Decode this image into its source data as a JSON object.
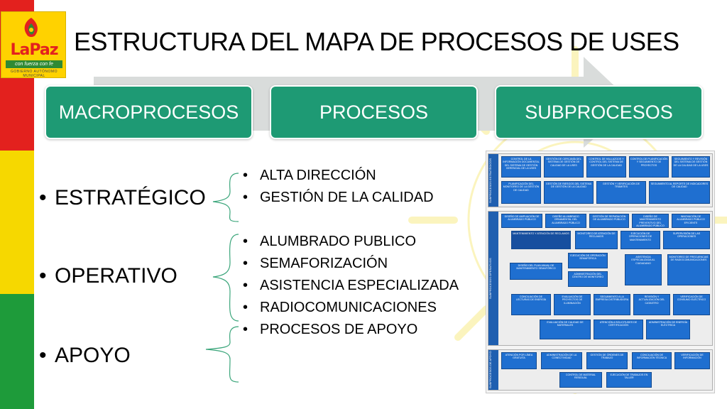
{
  "header": {
    "title": "ESTRUCTURA DEL MAPA DE PROCESOS DE USES"
  },
  "logo": {
    "name": "LaPaz",
    "slogan": "con fuerza con fe",
    "subtitle": "GOBIERNO AUTÓNOMO MUNICIPAL"
  },
  "colors": {
    "flag_red": "#e3211e",
    "flag_yellow": "#f6d800",
    "flag_green": "#1e9b3a",
    "step_green": "#1e9a74",
    "arrow_gray": "#d9dcdb",
    "map_blue": "#1f6fd0"
  },
  "steps": [
    {
      "label": "MACROPROCESOS"
    },
    {
      "label": "PROCESOS"
    },
    {
      "label": "SUBPROCESOS"
    }
  ],
  "categories": [
    {
      "label": "ESTRATÉGICO",
      "items": [
        "ALTA DIRECCIÓN",
        "GESTIÓN DE LA CALIDAD"
      ]
    },
    {
      "label": "OPERATIVO",
      "items": [
        "ALUMBRADO PUBLICO",
        "SEMAFORIZACIÓN",
        "ASISTENCIA ESPECIALIZADA",
        "RADIOCOMUNICACIONES"
      ]
    },
    {
      "label": "APOYO",
      "items": [
        "PROCESOS DE APOYO"
      ]
    }
  ],
  "process_map": {
    "groups": [
      {
        "label": "SUBPROCESOS ESTRATÉGICOS",
        "cells": [
          "CONTROL DE LA INFORMACIÓN DOCUMENTAL DEL SISTEMA DE GESTIÓN GERENCIAL DE LA USES",
          "GESTIÓN DE CERCANÍA DEL SISTEMA DE GESTIÓN DE CALIDAD DE LA USES",
          "CONTROL DE HALLAZGOS Y CONTROL DEL SISTEMA DE GESTIÓN DE LA CALIDAD",
          "CONTROL DE PLANIFICACIÓN Y SEGUIMIENTO DE PROYECTOS",
          "SEGUIMIENTO Y REVISIÓN DEL SISTEMA DE GESTIÓN DE LA CALIDAD DE LA USES",
          "PLANIFICACIÓN DEL MONITOREO DE LA GESTIÓN DE CALIDAD",
          "GESTIÓN DE RIESGOS DEL SISTEMA DE GESTIÓN DE LA CALIDAD",
          "GESTIÓN Y VERIFICACIÓN DE TRÁMITES",
          "SEGUIMIENTO AL REPORTE DE INDICADORES DE CALIDAD"
        ]
      },
      {
        "label": "SUBPROCESOS OPERATIVOS",
        "cells": [
          "DISEÑO DE AMPLIACIÓN DE ALUMBRADO PÚBLICO",
          "DISEÑO ALUMBRADO ORNAMENTAL DEL ALUMBRADO PÚBLICO",
          "GESTIÓN DE REPARACIÓN DE ALUMBRADO PÚBLICO",
          "DISEÑO DE MANTENIMIENTO PREVENTIVO DEL ALUMBRADO PÚBLICO",
          "INNOVACIÓN DE ALUMBRADO PÚBLICO EFICIENTE",
          "MANTENIMIENTO Y ATENCIÓN DE RECLAMOS",
          "MONITOREO DE ATENCIÓN DE RECLAMOS",
          "EJECUCIÓN DE OPERACIONES DE MANTENIMIENTO",
          "SUPERVISIÓN DE LAS OPERACIONES",
          "DISEÑO DEL PLAN ANUAL DE MANTENIMIENTO SEMAFÓRICO",
          "EJECUCIÓN DE OPERACIÓN SEMAFÓRICA",
          "ADMINISTRACIÓN DEL CENTRO DE MONITOREO",
          "ASISTENCIA ESPECIALIZADA AL CIUDADANO",
          "MONITOREO DE FRECUENCIAS DE RADIOCOMUNICACIONES",
          "CONCILIACIÓN DE LECTURAS DE ENERGÍA",
          "EVALUACIÓN DE PROYECTOS DE ILUMINACIÓN",
          "SEGUIMIENTO A LA EMPRESA DISTRIBUIDORA",
          "REVISIÓN Y ACTUALIZACIÓN DEL CATASTRO",
          "VERIFICACIÓN DE CONSUMO ELÉCTRICO",
          "EVALUACIÓN DE CALIDAD DE MATERIALES",
          "ATENCIÓN A SOLICITUDES DE CERTIFICACIÓN",
          "ADMINISTRACIÓN DE ENERGÍA ELÉCTRICA"
        ]
      },
      {
        "label": "SUBPROCESOS DE APOYO",
        "cells": [
          "ATENCIÓN POR LÍNEA GRATUITA",
          "ADMINISTRACIÓN DE LA CONECTIVIDAD",
          "GESTIÓN DE ÓRDENES DE TRABAJO",
          "CONCILIACIÓN DE INFORMACIÓN TÉCNICA",
          "VERIFICACIÓN DE INFORMACIÓN",
          "CONTROL DE MATERIAL RESIDUAL",
          "EJECUCIÓN DE TRABAJOS EN TALLER"
        ]
      }
    ]
  }
}
